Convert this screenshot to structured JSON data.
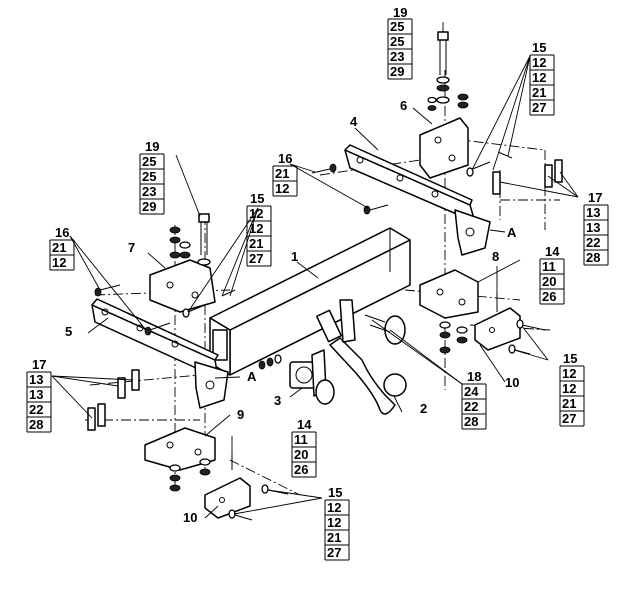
{
  "callouts": {
    "c1": "1",
    "c2": "2",
    "c3": "3",
    "c4": "4",
    "c5": "5",
    "c6": "6",
    "c7": "7",
    "c8": "8",
    "c9": "9",
    "c10a": "10",
    "c10b": "10",
    "c14a": "14",
    "c14b": "14",
    "c16a": "16",
    "c16b": "16",
    "c19a": "19",
    "c19b": "19",
    "c15a": "15",
    "c15b": "15",
    "c15c": "15",
    "c15d": "15",
    "c17a": "17",
    "c17b": "17",
    "c18": "18",
    "detailA1": "A",
    "detailA2": "A"
  },
  "stacks": {
    "s19a": [
      "25",
      "25",
      "23",
      "29"
    ],
    "s19b": [
      "25",
      "25",
      "23",
      "29"
    ],
    "s15a": [
      "12",
      "12",
      "21",
      "27"
    ],
    "s15b": [
      "12",
      "12",
      "21",
      "27"
    ],
    "s15c": [
      "12",
      "12",
      "21",
      "27"
    ],
    "s15d": [
      "12",
      "12",
      "21",
      "27"
    ],
    "s16a": [
      "21",
      "12"
    ],
    "s16b": [
      "21",
      "12"
    ],
    "s17a": [
      "13",
      "13",
      "22",
      "28"
    ],
    "s17b": [
      "13",
      "13",
      "22",
      "28"
    ],
    "s14a": [
      "11",
      "20",
      "26"
    ],
    "s14b": [
      "11",
      "20",
      "26"
    ],
    "s18": [
      "24",
      "22",
      "28"
    ]
  }
}
